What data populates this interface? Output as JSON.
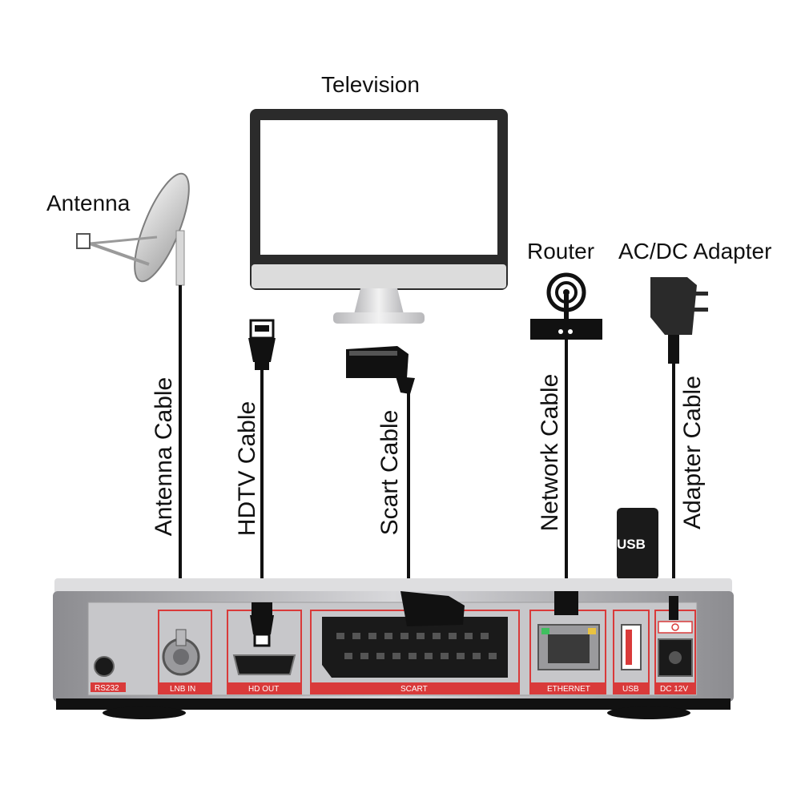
{
  "devices": {
    "television": "Television",
    "antenna": "Antenna",
    "router": "Router",
    "adapter": "AC/DC Adapter"
  },
  "cables": {
    "antenna": "Antenna Cable",
    "hdtv": "HDTV Cable",
    "scart": "Scart Cable",
    "network": "Network Cable",
    "adapter": "Adapter Cable"
  },
  "ports": {
    "rs232": "RS232",
    "lnb_in": "LNB IN",
    "hd_out": "HD OUT",
    "scart": "SCART",
    "ethernet": "ETHERNET",
    "usb": "USB",
    "dc": "DC 12V"
  },
  "usb_stick": "USB",
  "colors": {
    "port_panel": "#d93a3a",
    "box_silver": "#c9c9cc",
    "cable": "#111111"
  }
}
